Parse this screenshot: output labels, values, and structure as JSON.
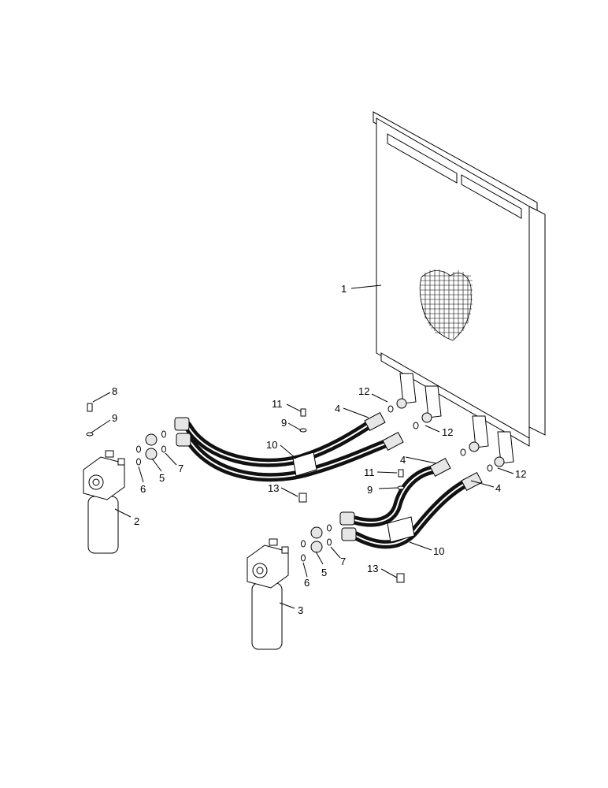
{
  "diagram": {
    "callouts": [
      {
        "id": "c1",
        "text": "1"
      },
      {
        "id": "c2",
        "text": "2"
      },
      {
        "id": "c3",
        "text": "3"
      },
      {
        "id": "c4a",
        "text": "4"
      },
      {
        "id": "c4b",
        "text": "4"
      },
      {
        "id": "c4c",
        "text": "4"
      },
      {
        "id": "c5a",
        "text": "5"
      },
      {
        "id": "c5b",
        "text": "5"
      },
      {
        "id": "c6a",
        "text": "6"
      },
      {
        "id": "c6b",
        "text": "6"
      },
      {
        "id": "c7a",
        "text": "7"
      },
      {
        "id": "c7b",
        "text": "7"
      },
      {
        "id": "c8",
        "text": "8"
      },
      {
        "id": "c9a",
        "text": "9"
      },
      {
        "id": "c9b",
        "text": "9"
      },
      {
        "id": "c9c",
        "text": "9"
      },
      {
        "id": "c10a",
        "text": "10"
      },
      {
        "id": "c10b",
        "text": "10"
      },
      {
        "id": "c11a",
        "text": "11"
      },
      {
        "id": "c11b",
        "text": "11"
      },
      {
        "id": "c12a",
        "text": "12"
      },
      {
        "id": "c12b",
        "text": "12"
      },
      {
        "id": "c12c",
        "text": "12"
      },
      {
        "id": "c13a",
        "text": "13"
      },
      {
        "id": "c13b",
        "text": "13"
      }
    ]
  }
}
